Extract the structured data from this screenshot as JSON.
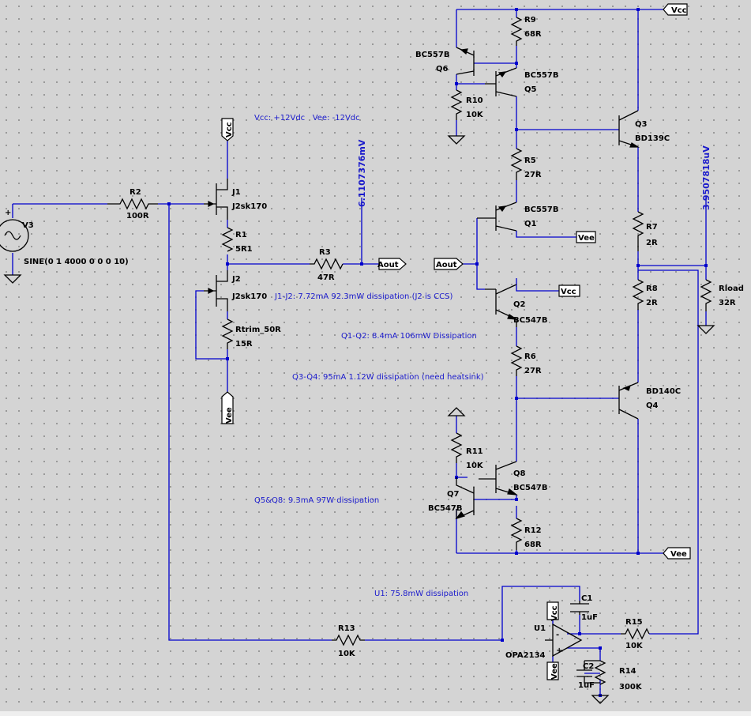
{
  "supply_note": "Vcc: +12Vdc   Vee: -12Vdc",
  "notes": {
    "j1_j2": "J1-J2: 7.72mA 92.3mW dissipation (J2 is CCS)",
    "q1_q2": "Q1-Q2: 8.4mA 106mW Dissipation",
    "q3_q4": "Q3-Q4: 95mA 1.12W dissipation (need heatsink)",
    "q5_q8": "Q5&Q8: 9.3mA 97W dissipation",
    "u1": "U1: 75.8mW dissipation"
  },
  "probes": {
    "aout_voltage": "6.1107376mV",
    "load_voltage": "3.9507818uV"
  },
  "flags": {
    "vcc": "Vcc",
    "vee": "Vee",
    "aout": "Aout"
  },
  "source": {
    "name": "V3",
    "value": "SINE(0 1 4000 0 0 0 10)"
  },
  "components": {
    "r2": {
      "name": "R2",
      "value": "100R"
    },
    "j1": {
      "name": "J1",
      "value": "J2sk170"
    },
    "r1": {
      "name": "R1",
      "value": "5R1"
    },
    "j2": {
      "name": "J2",
      "value": "J2sk170"
    },
    "rtrim": {
      "name": "Rtrim_50R",
      "value": "15R"
    },
    "r3": {
      "name": "R3",
      "value": "47R"
    },
    "r9": {
      "name": "R9",
      "value": "68R"
    },
    "q6": {
      "name": "Q6",
      "value": "BC557B"
    },
    "q5": {
      "name": "Q5",
      "value": "BC557B"
    },
    "r10": {
      "name": "R10",
      "value": "10K"
    },
    "q3": {
      "name": "Q3",
      "value": "BD139C"
    },
    "r5": {
      "name": "R5",
      "value": "27R"
    },
    "q1": {
      "name": "Q1",
      "value": "BC557B"
    },
    "r7": {
      "name": "R7",
      "value": "2R"
    },
    "r8": {
      "name": "R8",
      "value": "2R"
    },
    "rload": {
      "name": "Rload",
      "value": "32R"
    },
    "q2": {
      "name": "Q2",
      "value": "BC547B"
    },
    "r6": {
      "name": "R6",
      "value": "27R"
    },
    "q4": {
      "name": "Q4",
      "value": "BD140C"
    },
    "r11": {
      "name": "R11",
      "value": "10K"
    },
    "q8": {
      "name": "Q8",
      "value": "BC547B"
    },
    "q7": {
      "name": "Q7",
      "value": "BC547B"
    },
    "r12": {
      "name": "R12",
      "value": "68R"
    },
    "c1": {
      "name": "C1",
      "value": "1uF"
    },
    "u1": {
      "name": "U1",
      "value": "OPA2134"
    },
    "r15": {
      "name": "R15",
      "value": "10K"
    },
    "r13": {
      "name": "R13",
      "value": "10K"
    },
    "c2": {
      "name": "C2",
      "value": "1uF"
    },
    "r14": {
      "name": "R14",
      "value": "300K"
    }
  },
  "colors": {
    "wire": "#0000cc",
    "component": "#000000",
    "annotation": "#1a1acc",
    "background": "#d4d4d4"
  }
}
